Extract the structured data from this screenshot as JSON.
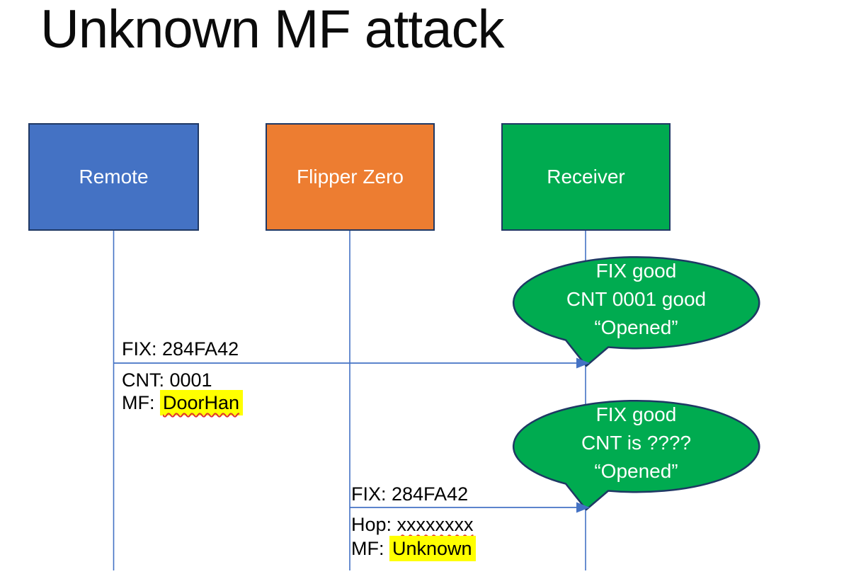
{
  "title": "Unknown MF attack",
  "colors": {
    "remote_fill": "#4472C4",
    "flipper_fill": "#ED7D31",
    "receiver_fill": "#00AB50",
    "bubble_fill": "#00AB50",
    "shape_outline": "#1F3864",
    "connector_blue": "#4472C4",
    "highlight_yellow": "#FFFF00",
    "spellcheck_red": "#E03131",
    "title_text": "#000000",
    "box_label_text": "#FFFFFF"
  },
  "actors": [
    {
      "label": "Remote",
      "fill": "#4472C4"
    },
    {
      "label": "Flipper Zero",
      "fill": "#ED7D31"
    },
    {
      "label": "Receiver",
      "fill": "#00AB50"
    }
  ],
  "messages": [
    {
      "from": "Remote",
      "to": "Receiver",
      "above": "FIX: 284FA42",
      "below": [
        {
          "prefix": "CNT: ",
          "value": "0001",
          "highlight": false,
          "spellcheck_squiggle": false
        },
        {
          "prefix": "MF: ",
          "value": "DoorHan",
          "highlight": true,
          "spellcheck_squiggle": true
        }
      ]
    },
    {
      "from": "Flipper Zero",
      "to": "Receiver",
      "above": "FIX: 284FA42",
      "below": [
        {
          "prefix": "Hop: ",
          "value": "xxxxxxxx",
          "highlight": false,
          "spellcheck_squiggle": true
        },
        {
          "prefix": "MF: ",
          "value": "Unknown",
          "highlight": true,
          "spellcheck_squiggle": false
        }
      ]
    }
  ],
  "bubbles": [
    {
      "speaker": "Receiver",
      "lines": [
        "FIX good",
        "CNT 0001 good",
        "“Opened”"
      ]
    },
    {
      "speaker": "Receiver",
      "lines": [
        "FIX good",
        "CNT is ????",
        "“Opened”"
      ]
    }
  ]
}
